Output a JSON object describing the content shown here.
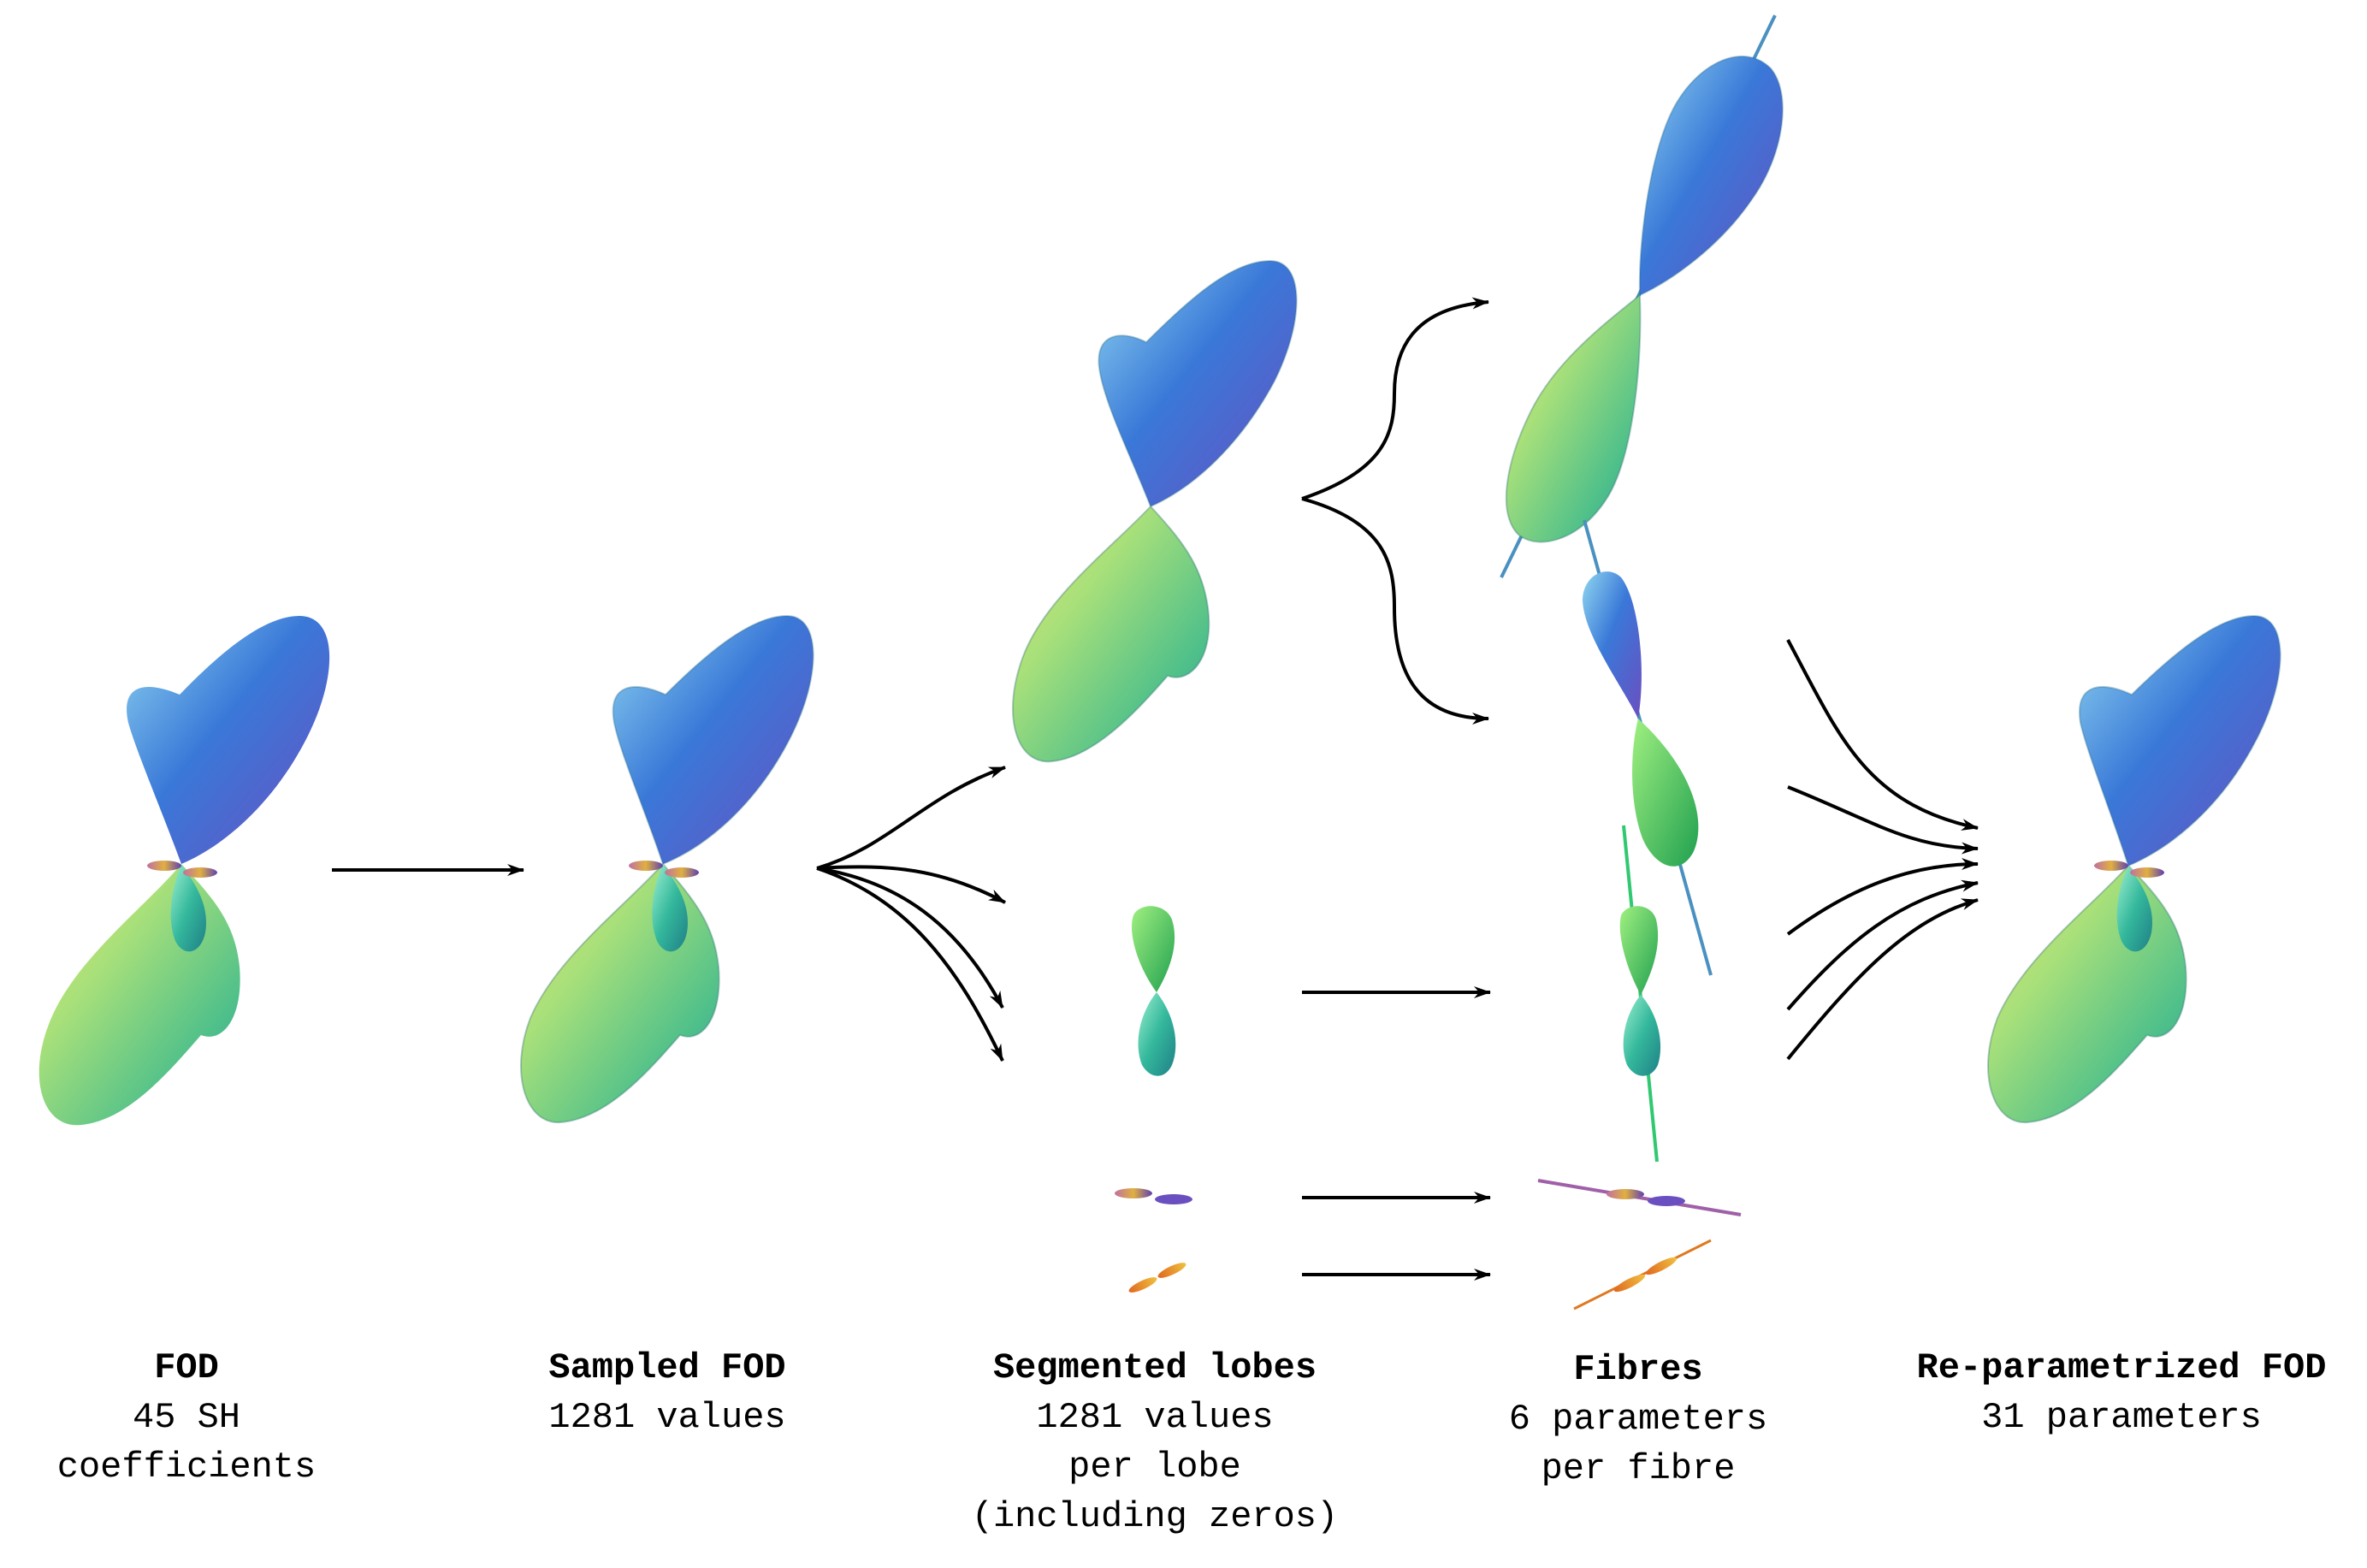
{
  "stages": [
    {
      "id": "fod",
      "title": "FOD",
      "lines": [
        "45 SH",
        "coefficients"
      ]
    },
    {
      "id": "sampled",
      "title": "Sampled FOD",
      "lines": [
        "1281 values"
      ]
    },
    {
      "id": "segmented",
      "title": "Segmented lobes",
      "lines": [
        "1281 values",
        "per lobe",
        "(including zeros)"
      ]
    },
    {
      "id": "fibres",
      "title": "Fibres",
      "lines": [
        "6 parameters",
        "per fibre"
      ]
    },
    {
      "id": "reparam",
      "title": "Re-parametrized FOD",
      "lines": [
        "31 parameters"
      ]
    }
  ],
  "colors": {
    "blue": "#3a78d8",
    "violet": "#6a4fc0",
    "cyan": "#4fb8c8",
    "green": "#5cc07a",
    "yellow": "#d8d060",
    "teal": "#2f9a98",
    "axis_blue": "#4a90c0",
    "axis_green": "#30c870",
    "axis_purple": "#a060a8",
    "axis_orange": "#e07820",
    "arrow": "#000000"
  }
}
